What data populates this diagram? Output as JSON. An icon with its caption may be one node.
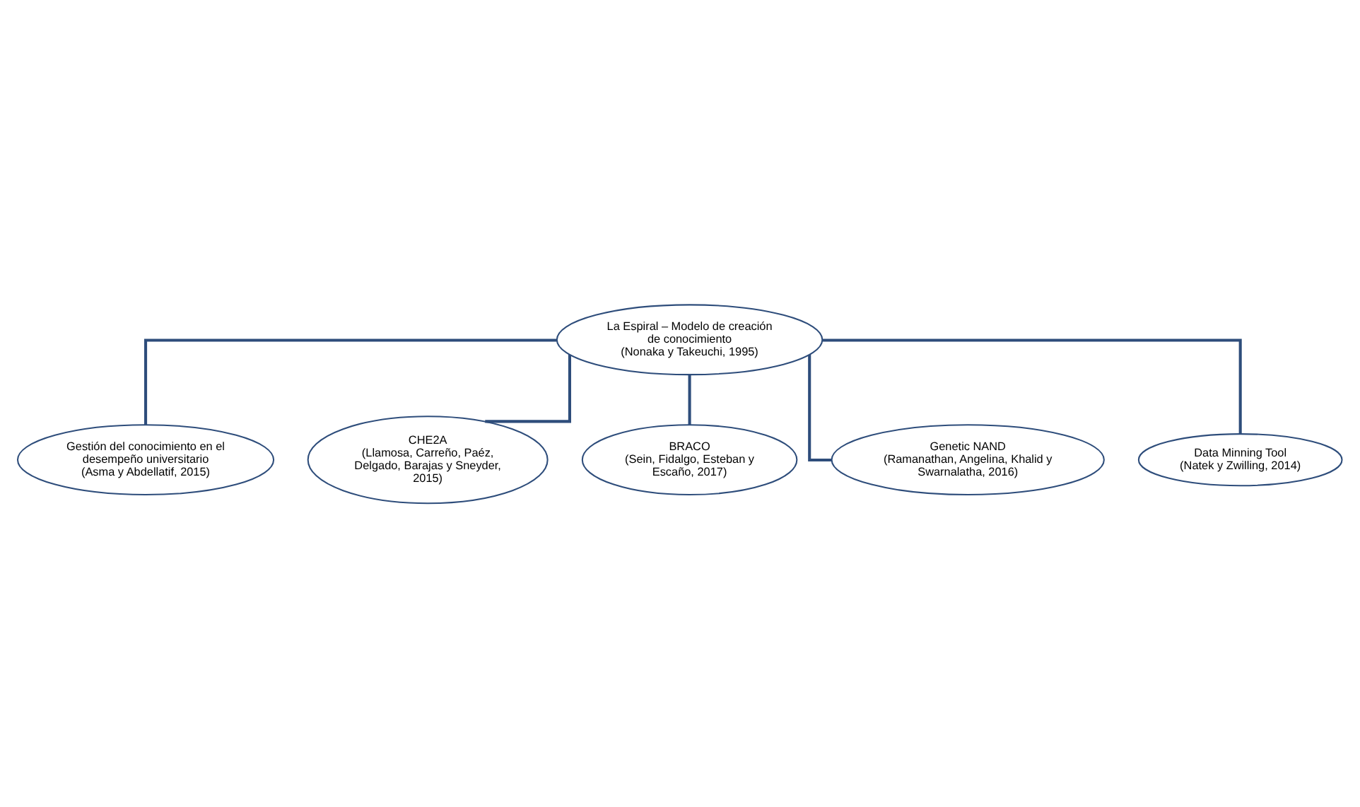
{
  "diagram": {
    "nodes": [
      {
        "text": [
          "La Espiral – Modelo de creación de conocimiento",
          "(Nonaka y Takeuchi, 1995)"
        ]
      },
      {
        "text": [
          "Gestión del conocimiento en el desempeño universitario",
          "(Asma y Abdellatif, 2015)"
        ]
      },
      {
        "text": [
          "CHE2A",
          "(Llamosa, Carreño, Paéz, Delgado, Barajas y Sneyder, 2015)"
        ]
      },
      {
        "text": [
          "BRACO",
          "(Sein, Fidalgo, Esteban y Escaño, 2017)"
        ]
      },
      {
        "text": [
          "Genetic NAND",
          "(Ramanathan, Angelina, Khalid y Swarnalatha, 2016)"
        ]
      },
      {
        "text": [
          "Data Minning Tool",
          "(Natek y Zwilling, 2014)"
        ]
      }
    ],
    "edges": [
      {
        "from": 0,
        "to": 1,
        "arrow": "none"
      },
      {
        "from": 0,
        "to": 2,
        "arrow": "none"
      },
      {
        "from": 0,
        "to": 3,
        "arrow": "none"
      },
      {
        "from": 0,
        "to": 4,
        "arrow": "none"
      },
      {
        "from": 0,
        "to": 5,
        "arrow": "none"
      }
    ]
  }
}
